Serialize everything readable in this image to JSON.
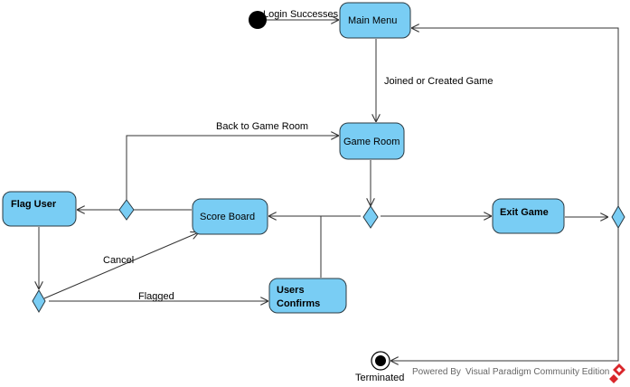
{
  "colors": {
    "node_fill": "#79cdf4",
    "node_stroke": "#2b3a42",
    "edge": "#333333",
    "background": "#ffffff",
    "footer_text": "#666666",
    "logo": "#d9262b"
  },
  "diagram": {
    "initial_label": "Login Successes",
    "final_label": "Terminated",
    "nodes": {
      "main_menu": "Main Menu",
      "game_room": "Game Room",
      "score_board": "Score Board",
      "flag_user": "Flag User",
      "exit_game": "Exit Game",
      "users_confirms_1": "Users",
      "users_confirms_2": "Confirms"
    },
    "edges": {
      "joined": "Joined or Created Game",
      "back": "Back to Game Room",
      "cancel": "Cancel",
      "flagged": "Flagged"
    }
  },
  "footer": {
    "powered_by": "Powered By",
    "product": "Visual Paradigm Community Edition",
    "logo_icon": "visual-paradigm-logo-icon"
  }
}
